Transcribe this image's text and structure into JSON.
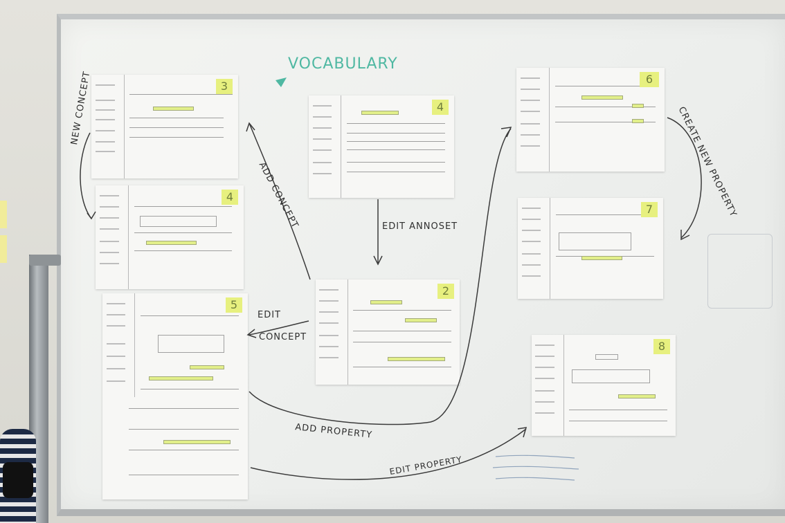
{
  "board": {
    "vocab_label": "VOCABULARY",
    "labels": {
      "new_concept": "NEW CONCEPT",
      "add_concept": "ADD CONCEPT",
      "edit_annoset": "EDIT ANNOSET",
      "edit_concept_1": "EDIT",
      "edit_concept_2": "CONCEPT",
      "add_property": "ADD PROPERTY",
      "edit_property": "EDIT PROPERTY",
      "create_new_property": "CREATE NEW PROPERTY"
    }
  },
  "sheets": [
    {
      "number": "3"
    },
    {
      "number": "4"
    },
    {
      "number": "6"
    },
    {
      "number": "4"
    },
    {
      "number": "7"
    },
    {
      "number": "5"
    },
    {
      "number": "2"
    },
    {
      "number": "8"
    }
  ],
  "ink_color": "#2f2f2f",
  "highlight_color": "#e7f07f"
}
